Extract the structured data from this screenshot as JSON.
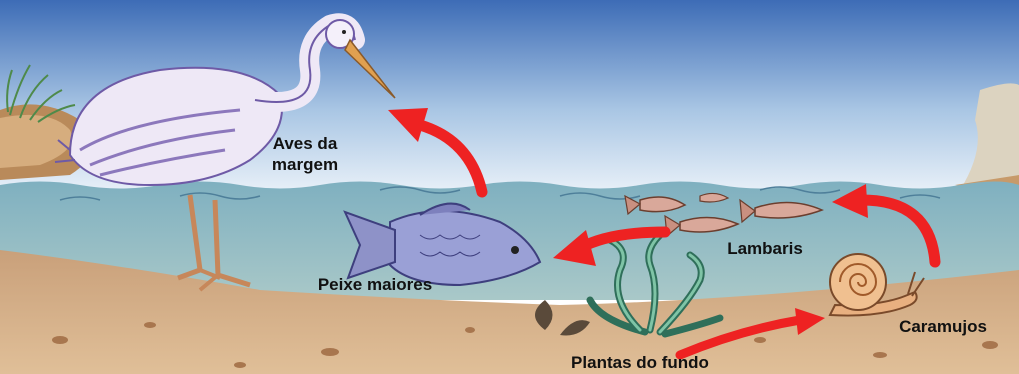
{
  "labels": {
    "aves": [
      "Aves da",
      "margem"
    ],
    "peixe": "Peixe maiores",
    "lambaris": "Lambaris",
    "caramujos": "Caramujos",
    "plantas": "Plantas do fundo"
  },
  "colors": {
    "sky_top": "#3f6fb8",
    "sky_bottom": "#e9f1f8",
    "water": "#8fb9c4",
    "ground": "#cfa77e",
    "arrow": "#ee2222",
    "heron": "#ece6f4",
    "heron_shadow": "#8a78b8",
    "fish": "#8e92c8",
    "lambari": "#d9a89a",
    "snail": "#e8b080",
    "plant": "#5aa88a"
  }
}
